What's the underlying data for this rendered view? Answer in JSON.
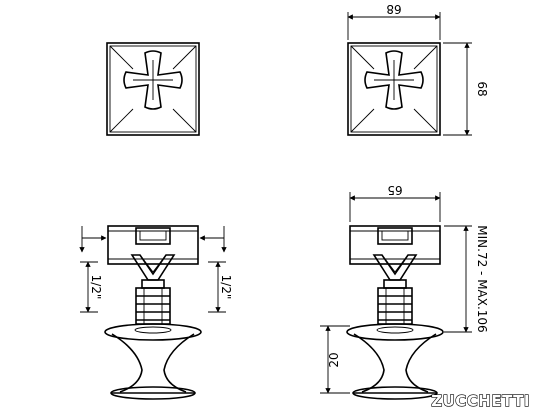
{
  "dimensions": {
    "top_width": "68",
    "top_height": "68",
    "body_width": "65",
    "thread_right": "MIN.72 - MAX.106",
    "base_height": "20",
    "thread_side_left": "1/2\"",
    "thread_side_right": "1/2\""
  },
  "brand": {
    "name": "ZUCCHETTI"
  }
}
